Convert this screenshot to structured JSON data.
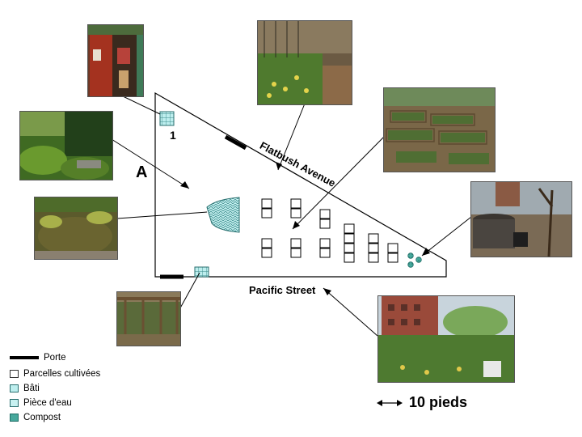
{
  "map": {
    "label_a": "A",
    "label_1": "1",
    "street_flatbush": "Flatbush Avenue",
    "street_pacific": "Pacific Street"
  },
  "legend": {
    "door": "Porte",
    "plots": "Parcelles cultivées",
    "built": "Bâti",
    "water": "Pièce d'eau",
    "compost": "Compost"
  },
  "scale": {
    "label": "10 pieds"
  },
  "photos": [
    {
      "subject": "garden shed with tools"
    },
    {
      "subject": "daffodils along fence"
    },
    {
      "subject": "raised garden beds"
    },
    {
      "subject": "ferns under trees"
    },
    {
      "subject": "pond with plants"
    },
    {
      "subject": "compost bins"
    },
    {
      "subject": "wooden pergola"
    },
    {
      "subject": "garden view with brick building"
    }
  ],
  "colors": {
    "built": "#a8e6e6",
    "water": "#bff0f0",
    "compost": "#3fa59a",
    "door": "#000000"
  }
}
